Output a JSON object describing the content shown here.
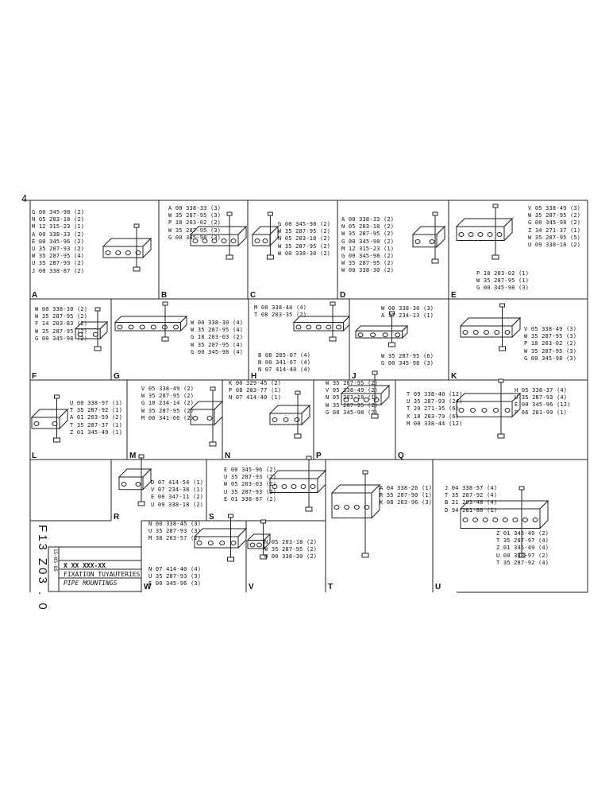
{
  "sheet": {
    "page_mark": "4",
    "drawing_number": "F13 Z03 . 0",
    "code": "X  XX XXX-XX",
    "title_fr": "FIXATION TUYAUTERIES",
    "title_en": "PIPE MOUNTINGS",
    "date": "15-05-85"
  },
  "panels": [
    {
      "id": "A",
      "labels": [
        "G 00 345-98 (2)",
        "N 05 203-18 (2)",
        "M 12 315-23 (1)",
        "A 00 338-33 (2)",
        "E 00 345-96 (2)",
        "U 35 287-93 (2)",
        "W 35 287-95 (4)",
        "U 35 287-93 (2)",
        "J 00 338-87 (2)"
      ]
    },
    {
      "id": "B",
      "labels": [
        "A 00 338-33 (3)",
        "W 35 287-95 (3)",
        "P 18 203-02 (2)",
        "W 35 287-95 (3)",
        "G 00 345-98 (3)"
      ]
    },
    {
      "id": "C",
      "labels": [
        "G 00 345-98 (2)",
        "W 35 287-95 (2)",
        "N 05 203-18 (2)",
        "W 35 287-95 (2)",
        "W 00 338-30 (2)"
      ]
    },
    {
      "id": "D",
      "labels": [
        "A 00 338-33 (2)",
        "N 05 203-18 (2)",
        "W 35 287-95 (2)",
        "G 00 345-98 (2)",
        "M 12 315-23 (1)",
        "G 00 345-98 (2)",
        "W 35 287-95 (2)",
        "W 00 338-30 (2)"
      ]
    },
    {
      "id": "E",
      "labels": [
        "V 05 338-49 (3)",
        "W 35 287-95 (2)",
        "G 00 345-98 (2)",
        "Z 34 271-37 (1)",
        "W 35 287-95 (5)",
        "U 09 338-18 (2)",
        "P 18 203-02 (1)",
        "W 35 287-95 (1)",
        "G 00 345-98 (3)"
      ]
    },
    {
      "id": "F",
      "labels": [
        "W 00 338-30 (2)",
        "W 35 287-95 (2)",
        "F 14 203-83 (2)",
        "W 35 287-95 (2)",
        "G 00 345-98 (2)"
      ]
    },
    {
      "id": "G",
      "labels": [
        "W 00 338-30 (4)",
        "W 35 287-95 (4)",
        "G 18 203-03 (2)",
        "W 35 287-95 (4)",
        "G 00 345-98 (4)"
      ]
    },
    {
      "id": "H",
      "labels": [
        "M 00 338-44 (4)",
        "T 08 203-35 (2)",
        "B 08 285-07 (4)",
        "N 00 341-67 (4)",
        "N 07 414-40 (4)"
      ]
    },
    {
      "id": "J",
      "labels": [
        "W 00 338-30 (3)",
        "A 17 234-13 (1)",
        "W 35 287-95 (6)",
        "G 00 345-98 (3)"
      ]
    },
    {
      "id": "K",
      "labels": [
        "V 05 338-49 (3)",
        "W 35 287-95 (3)",
        "P 18 203-02 (2)",
        "W 35 287-95 (3)",
        "G 00 345-98 (3)"
      ]
    },
    {
      "id": "L",
      "labels": [
        "U 00 338-97 (1)",
        "T 35 287-92 (1)",
        "A 01 203-59 (2)",
        "T 35 287-37 (1)",
        "Z 01 345-49 (1)"
      ]
    },
    {
      "id": "M",
      "labels": [
        "V 05 338-49 (2)",
        "W 35 287-95 (2)",
        "G 10 234-14 (2)",
        "W 35 287-95 (2)",
        "M 00 341-66 (2)"
      ]
    },
    {
      "id": "N",
      "labels": [
        "K 00 329-45 (2)",
        "P 08 203-77 (1)",
        "N 07 414-40 (1)"
      ]
    },
    {
      "id": "P",
      "labels": [
        "W 35 287-95 (2)",
        "V 05 338-49 (2)",
        "N 05 203-18 (1)",
        "W 35 287-95 (2)",
        "G 00 345-98 (2)"
      ]
    },
    {
      "id": "Q",
      "labels": [
        "T 09 338-40 (12)",
        "U 35 287-93 (24)",
        "T 29 271-35 (6)",
        "X 18 203-79 (6)",
        "M 00 338-44 (12)",
        "H 05 338-37 (4)",
        "U 35 287-93 (4)",
        "E 00 345-96 (12)",
        "P 66 281-99 (1)"
      ]
    },
    {
      "id": "R",
      "labels": [
        "D 07 414-54 (1)",
        "V 07 234-38 (1)",
        "E 00 347-11 (2)",
        "U 09 338-18 (2)"
      ]
    },
    {
      "id": "S",
      "labels": [
        "E 00 345-96 (2)",
        "U 35 287-93 (2)",
        "W 05 203-03 (2)",
        "U 35 287-93 (2)",
        "E 01 338-87 (2)"
      ]
    },
    {
      "id": "T",
      "labels": [
        "A 04 338-26 (1)",
        "R 35 287-90 (1)",
        "K 08 203-96 (3)"
      ]
    },
    {
      "id": "U",
      "labels": [
        "J 04 338-57 (4)",
        "T 35 287-92 (4)",
        "B 21 203-48 (4)",
        "D 94 281-86 (1)",
        "Z 01 345-49 (2)",
        "T 35 287-97 (4)",
        "Z 01 345-49 (4)",
        "U 00 338-97 (2)",
        "T 35 287-92 (4)"
      ]
    },
    {
      "id": "V",
      "labels": [
        "N 05 203-18 (2)",
        "W 35 287-95 (2)",
        "W 00 338-30 (2)"
      ]
    },
    {
      "id": "W",
      "labels": [
        "N 00 338-45 (3)",
        "U 35 287-93 (3)",
        "M 38 203-57 (2)",
        "N 07 414-40 (4)",
        "U 35 287-93 (3)",
        "E 00 345-96 (3)"
      ]
    }
  ]
}
